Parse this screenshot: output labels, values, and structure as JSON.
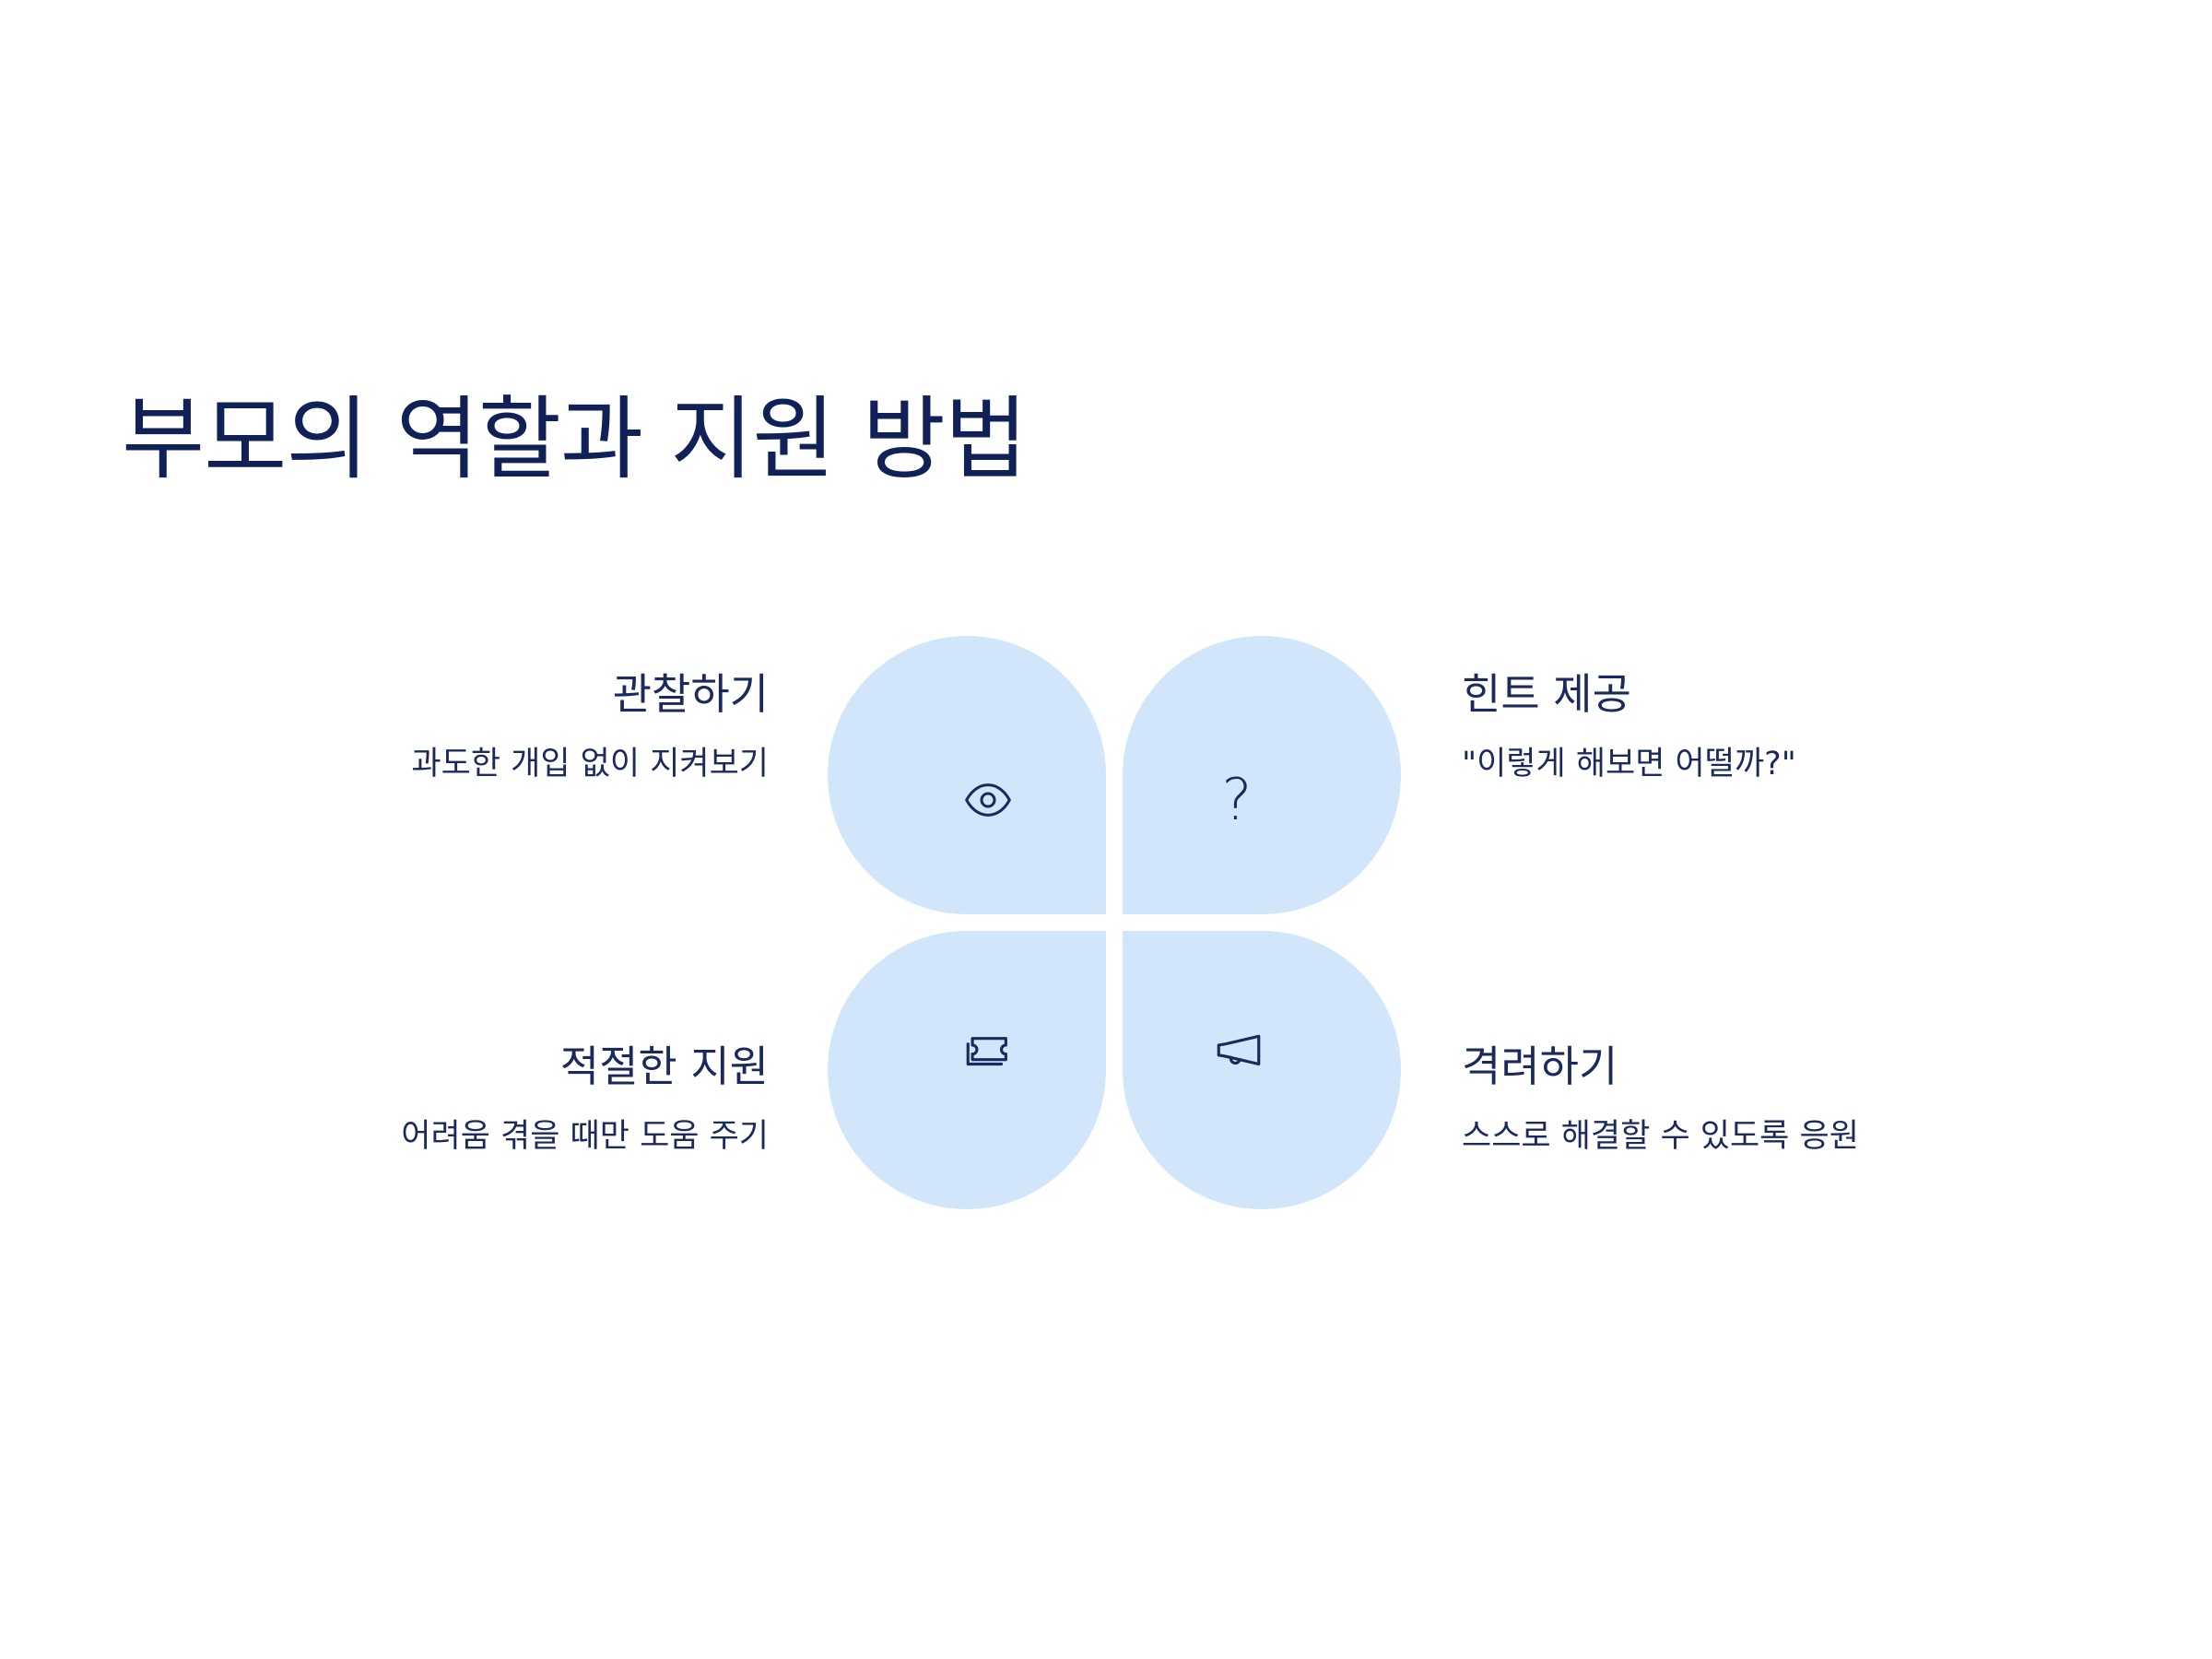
{
  "title": "부모의 역할과 지원 방법",
  "colors": {
    "petal": "#d1e5fb",
    "text": "#1b2a5c",
    "title": "#0f2157",
    "background": "#ffffff"
  },
  "items": {
    "observe": {
      "title": "관찰하기",
      "description": "과도한 개입 없이 지켜보기",
      "icon": "eye-icon"
    },
    "hint": {
      "title": "힌트 제공",
      "description": "\"이렇게 해보면 어떨까?\"",
      "icon": "question-mark-icon",
      "icon_glyph": "?"
    },
    "support": {
      "title": "적절한 지원",
      "description": "어려움 겪을 때만 도움 주기",
      "icon": "ticket-icon"
    },
    "encourage": {
      "title": "격려하기",
      "description": "스스로 해결할 수 있도록 응원",
      "icon": "megaphone-icon"
    }
  }
}
